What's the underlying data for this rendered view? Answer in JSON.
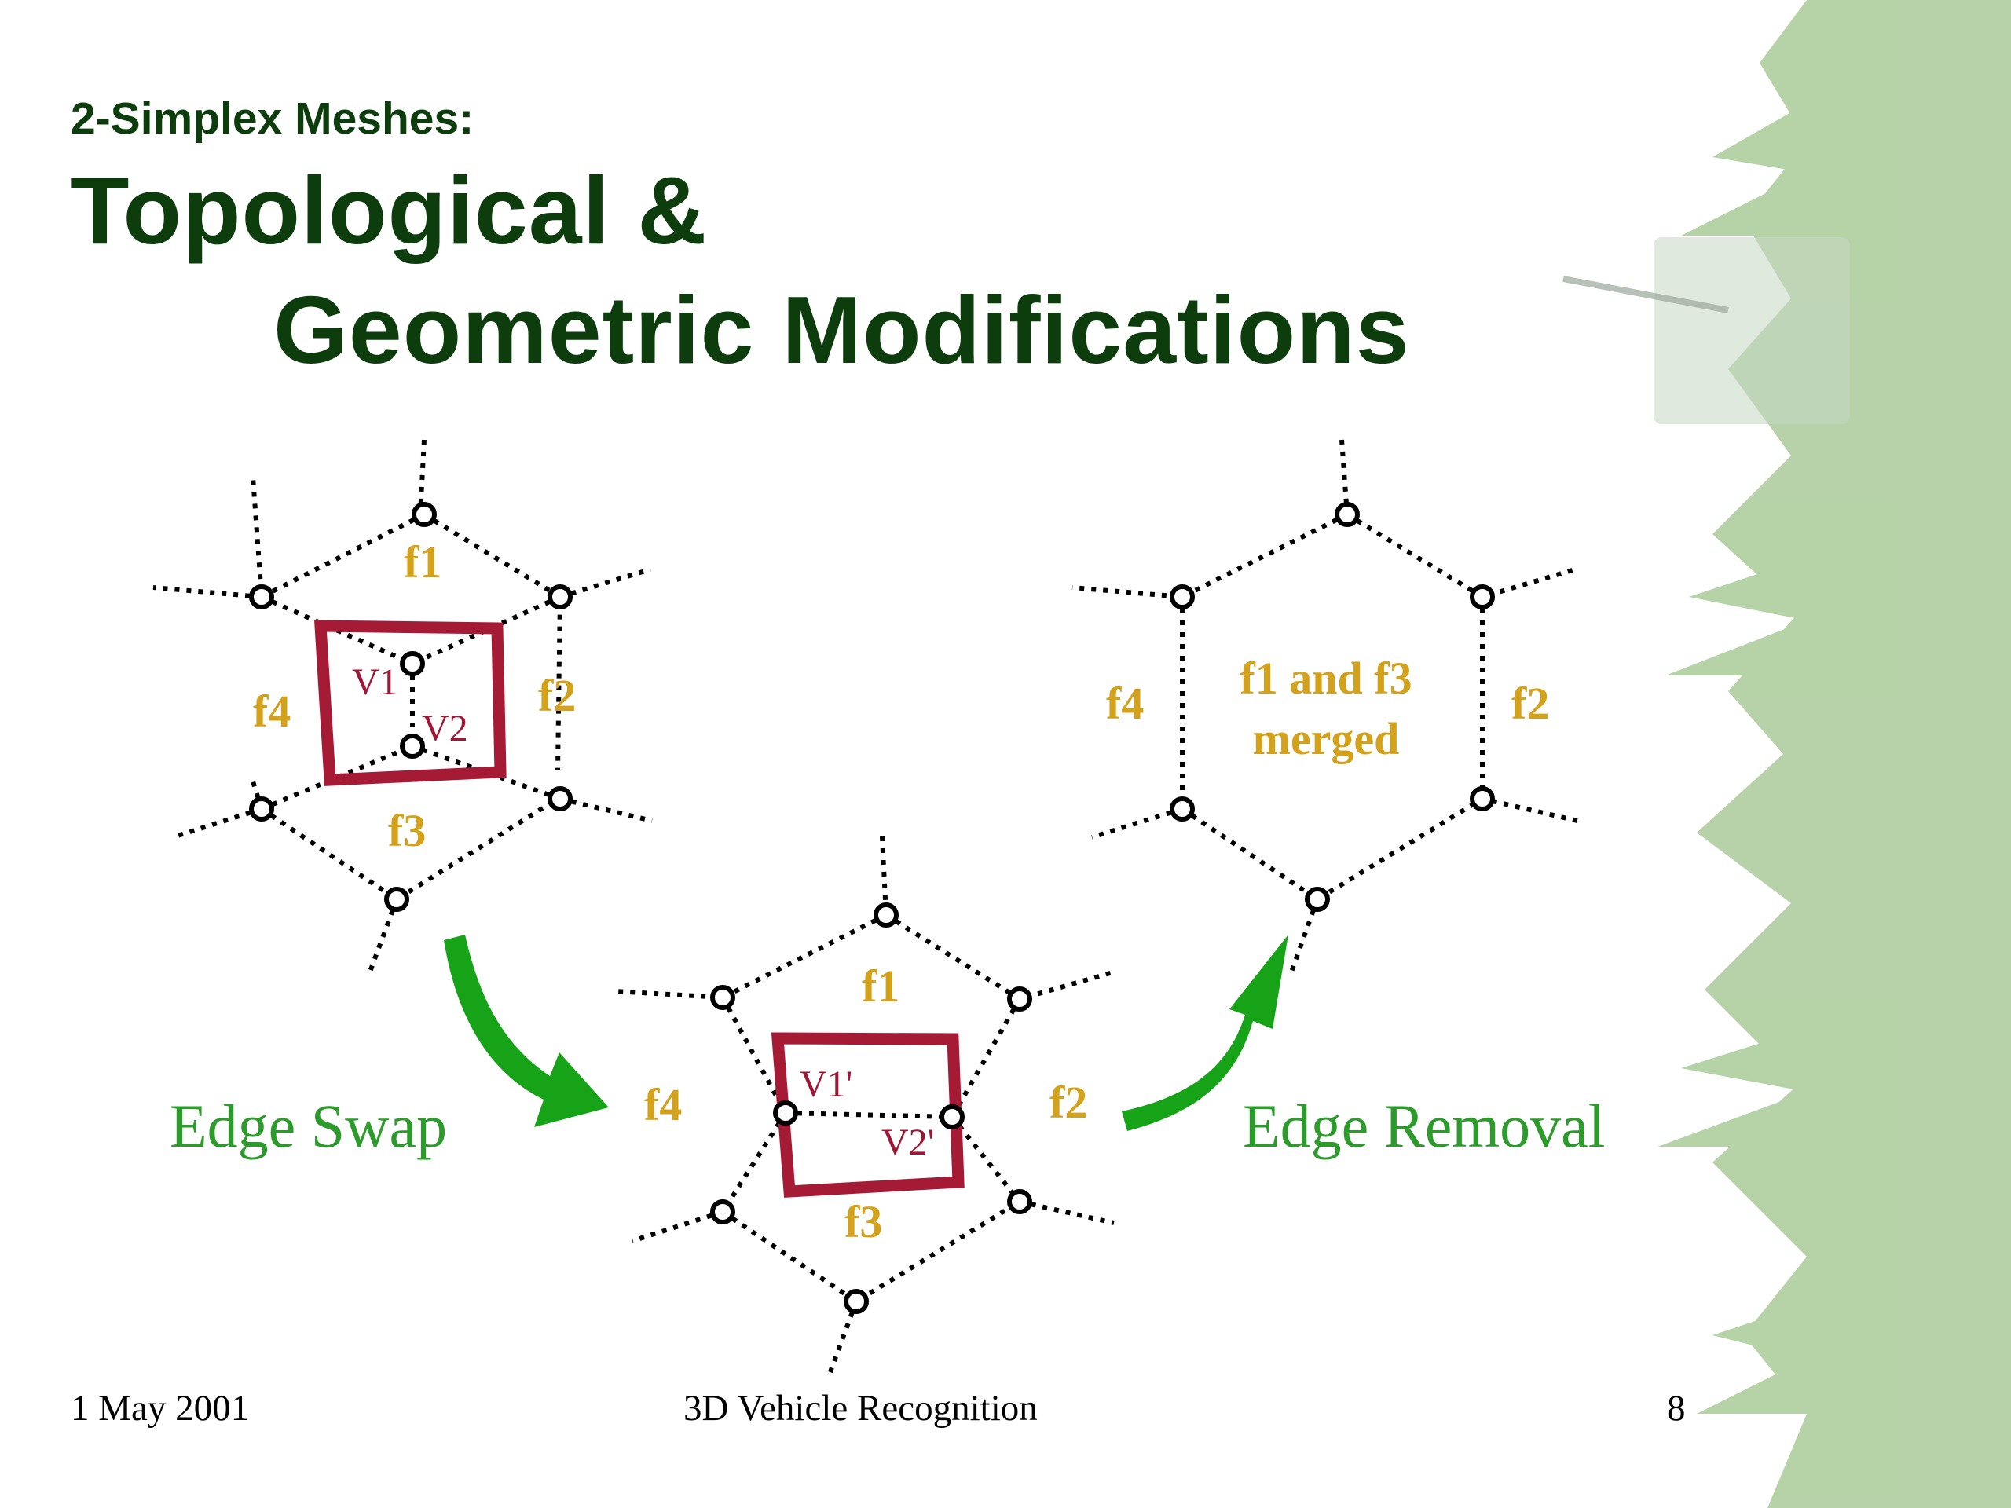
{
  "slide": {
    "subtitle": "2-Simplex Meshes:",
    "title_line1": "Topological &",
    "title_line2": "Geometric Modifications"
  },
  "diagram": {
    "original_mesh": {
      "faces": [
        "f1",
        "f2",
        "f3",
        "f4"
      ],
      "vertices": [
        "V1",
        "V2"
      ]
    },
    "swapped_mesh": {
      "faces": [
        "f1",
        "f2",
        "f3",
        "f4"
      ],
      "vertices": [
        "V1'",
        "V2'"
      ]
    },
    "merged_mesh": {
      "faces": [
        "f4",
        "f2"
      ],
      "merged_label_line1": "f1 and f3",
      "merged_label_line2": "merged"
    },
    "operations": {
      "edge_swap": "Edge Swap",
      "edge_removal": "Edge Removal"
    },
    "colors": {
      "face_label": "#d4a11a",
      "vertex_label": "#a01634",
      "selection_box": "#a51b35",
      "operation": "#2c9b2c",
      "title": "#0d3d0d"
    }
  },
  "footer": {
    "date": "1 May 2001",
    "center": "3D Vehicle Recognition",
    "page": "8"
  }
}
